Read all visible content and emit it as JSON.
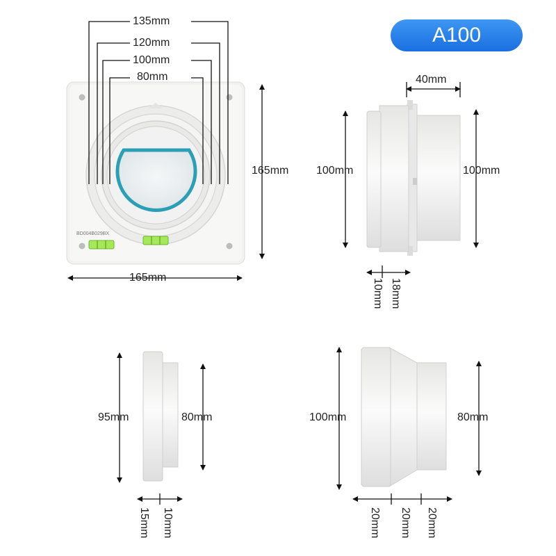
{
  "badge": "A100",
  "panel": {
    "widths": [
      "135mm",
      "120mm",
      "100mm",
      "80mm"
    ],
    "height": "165mm",
    "width": "165mm",
    "serial": "BD004B029BX"
  },
  "side_valve": {
    "top": "40mm",
    "left": "100mm",
    "right": "100mm",
    "bottom_a": "10mm",
    "bottom_b": "18mm"
  },
  "flange": {
    "left": "95mm",
    "right": "80mm",
    "bottom_a": "15mm",
    "bottom_b": "10mm"
  },
  "reducer": {
    "left": "100mm",
    "right": "80mm",
    "bottom": [
      "20mm",
      "20mm",
      "20mm"
    ]
  },
  "colors": {
    "accent": "#1a6fe0",
    "teal": "#2a9fb5",
    "level": "#8fe03a"
  }
}
